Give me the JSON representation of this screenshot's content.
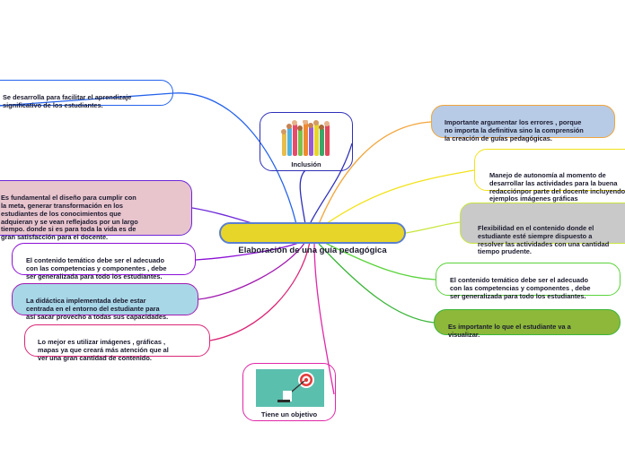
{
  "center": {
    "label": "Elaboración de una guía pedagógica"
  },
  "left_nodes": [
    {
      "text": "Se desarrolla para facilitar el aprendizaje\nsignificativo de los estudiantes.",
      "color": "#2563eb"
    },
    {
      "text": "Es fundamental el diseño para cumplir con\nla meta,  generar transformación en los\nestudiantes de los conocimientos que\nadquieran y se vean reflejados por un largo\ntiempo. donde si es para toda la vida es de\ngran satisfacción para el docente.",
      "color": "#6d28d9",
      "fill": "#e8c4cd"
    },
    {
      "text": "El contenido temático debe ser el adecuado\ncon las competencias y componentes , debe\nser generalizada para todo los estudiantes.",
      "color": "#8b10d6"
    },
    {
      "text": "La didáctica implementada debe estar\ncentrada en el entorno del estudiante para\nasí sacar provecho a todas sus capacidades.",
      "color": "#a21caf",
      "fill": "#a8d7e7"
    },
    {
      "text": "Lo mejor es utilizar imágenes , gráficas ,\nmapas ya que  creará más atención que al\nver una gran cantidad de contenido.",
      "color": "#db2777"
    }
  ],
  "right_nodes": [
    {
      "text": "Importante argumentar los errores , porque\nno importa la definitiva sino la comprensión\nla creación de guías pedagógicas.",
      "color": "#f2a53a",
      "fill": "#b7cbe6"
    },
    {
      "text": "Manejo de autonomía al momento de\ndesarrollar las actividades para la buena\nredacciónpor parte del docente incluyendo\nejemplos imágenes gráficas",
      "color": "#f2e21a"
    },
    {
      "text": "Flexibilidad en el contenido donde el\nestudiante esté siempre dispuesto a\nresolver las actividades con una cantidad\ntiempo prudente.",
      "color": "#c8e63c",
      "fill": "#c9c9c9"
    },
    {
      "text": "El contenido temático debe ser el adecuado\ncon las competencias y componentes , debe\nser generalizada para todo los estudiantes.",
      "color": "#5ad33b"
    },
    {
      "text": "Es importante lo que el estudiante va a\nvisualizar.",
      "color": "#3bb53a",
      "fill": "#8db83a"
    }
  ],
  "image_nodes": [
    {
      "caption": "Inclusión",
      "icon": "raised-hands-icon",
      "color": "#2e2fb8"
    },
    {
      "caption": "Tiene un objetivo",
      "icon": "target-icon",
      "color": "#e028a8"
    }
  ]
}
